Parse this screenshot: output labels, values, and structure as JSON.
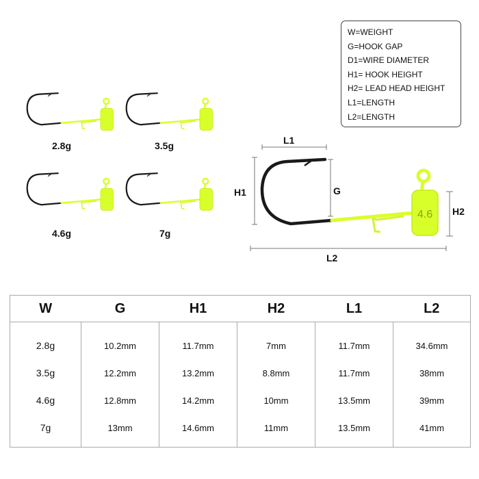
{
  "legend": [
    "W=WEIGHT",
    "G=HOOK GAP",
    "D1=WIRE DIAMETER",
    "H1= HOOK HEIGHT",
    "H2= LEAD HEAD HEIGHT",
    "L1=LENGTH",
    "L2=LENGTH"
  ],
  "weights": [
    "2.8g",
    "3.5g",
    "4.6g",
    "7g"
  ],
  "dimensions": {
    "L1": "L1",
    "H1": "H1",
    "G": "G",
    "H2": "H2",
    "L2": "L2"
  },
  "head_mark": "4.6",
  "colors": {
    "head": "#d9ff2a",
    "hook": "#1a1a1a",
    "lines": "#777777"
  },
  "table": {
    "headers": [
      "W",
      "G",
      "H1",
      "H2",
      "L1",
      "L2"
    ],
    "rows": [
      [
        "2.8g",
        "10.2mm",
        "11.7mm",
        "7mm",
        "11.7mm",
        "34.6mm"
      ],
      [
        "3.5g",
        "12.2mm",
        "13.2mm",
        "8.8mm",
        "11.7mm",
        "38mm"
      ],
      [
        "4.6g",
        "12.8mm",
        "14.2mm",
        "10mm",
        "13.5mm",
        "39mm"
      ],
      [
        "7g",
        "13mm",
        "14.6mm",
        "11mm",
        "13.5mm",
        "41mm"
      ]
    ]
  }
}
